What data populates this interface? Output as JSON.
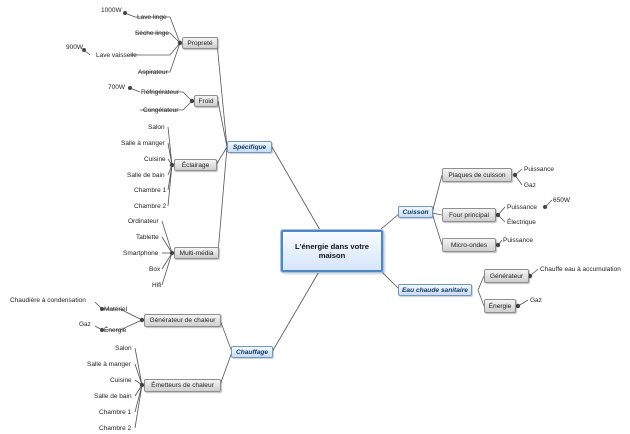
{
  "central": {
    "line1": "L'énergie dans votre",
    "line2": "maison"
  },
  "branches": {
    "specifique": "Spécifique",
    "chauffage": "Chauffage",
    "cuisson": "Cuisson",
    "eau": "Eau chaude sanitaire"
  },
  "groups": {
    "proprete": "Propreté",
    "froid": "Froid",
    "eclairage": "Éclairage",
    "multimedia": "Multi-média",
    "generateur_chaleur": "Générateur de chaleur",
    "emetteurs": "Émetteurs de chaleur",
    "plaques": "Plaques de cuisson",
    "four": "Four principal",
    "microondes": "Micro-ondes",
    "generateur": "Générateur",
    "energie": "Énergie"
  },
  "leaves": {
    "lave_linge": "Lave linge",
    "seche_linge": "Sèche linge",
    "lave_vaisselle": "Lave vaisselle",
    "aspirateur": "Aspirateur",
    "refrigerateur": "Réfrigérateur",
    "congelateur": "Congélateur",
    "salon": "Salon",
    "salle_manger": "Salle à manger",
    "cuisine": "Cuisine",
    "salle_bain": "Salle de bain",
    "chambre1": "Chambre 1",
    "chambre2": "Chambre 2",
    "ordinateur": "Ordinateur",
    "tablette": "Tablette",
    "smartphone": "Smartphone",
    "box": "Box",
    "hifi": "Hifi",
    "materiel": "Matériel",
    "energie_small": "Énergie",
    "puissance": "Puissance",
    "gaz": "Gaz",
    "electrique": "Électrique",
    "chauffe_eau": "Chauffe eau à accumulation"
  },
  "values": {
    "w1000": "1000W",
    "w900": "900W",
    "w700": "700W",
    "w650": "650W",
    "chaudiere": "Chaudière à condensation",
    "gaz": "Gaz"
  }
}
